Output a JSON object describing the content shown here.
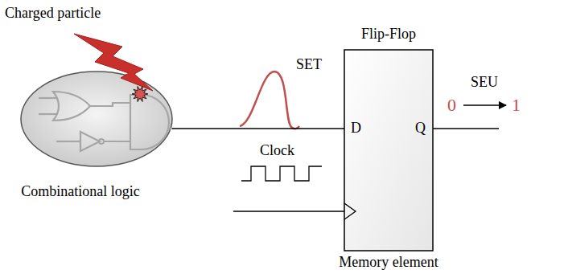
{
  "diagram": {
    "nodes": [
      {
        "text": [
          "Combinational logic"
        ]
      },
      {
        "text": [
          "Flip-Flop",
          "Memory element"
        ]
      }
    ],
    "edges": [
      {
        "from": 0,
        "to": 1,
        "arrow": "none",
        "label": "SET"
      }
    ],
    "labels": [
      "Charged particle",
      "Clock",
      "D",
      "Q",
      "0",
      "SEU",
      "1"
    ]
  }
}
